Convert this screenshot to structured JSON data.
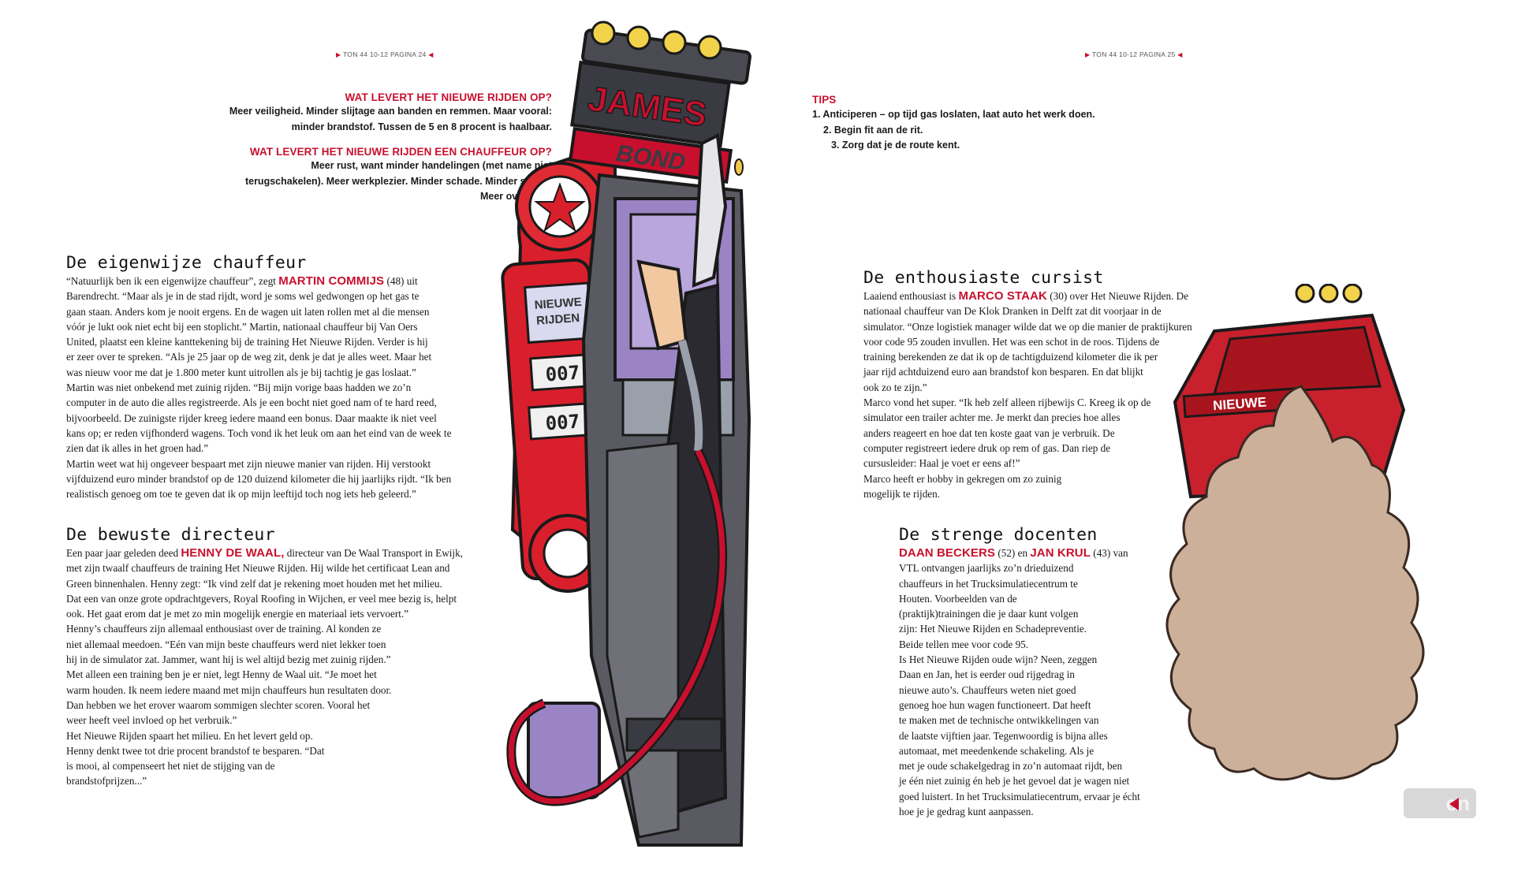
{
  "folio_left": {
    "magazine": "TON 44",
    "issue": "10-12",
    "page_label": "PAGINA",
    "page": "24"
  },
  "folio_right": {
    "magazine": "TON 44",
    "issue": "10-12",
    "page_label": "PAGINA",
    "page": "25"
  },
  "qa": {
    "q1": "WAT LEVERT HET NIEUWE RIJDEN OP?",
    "a1": [
      "Meer veiligheid. Minder slijtage aan banden en remmen. Maar vooral:",
      "minder brandstof. Tussen de 5 en 8 procent is haalbaar."
    ],
    "q2": "WAT LEVERT HET NIEUWE RIJDEN EEN CHAUFFEUR OP?",
    "a2": [
      "Meer rust, want minder handelingen (met name niet",
      "terugschakelen). Meer werkplezier. Minder schade. Minder stress.",
      "Meer overzicht."
    ]
  },
  "tips": {
    "heading": "TIPS",
    "items": [
      "1. Anticiperen – op tijd gas loslaten, laat auto het werk doen.",
      "2. Begin fit aan de rit.",
      "3. Zorg dat je de route kent."
    ]
  },
  "illustration": {
    "sign_line1": "JAMES",
    "sign_line2": "BOND",
    "pump_label1": "NIEUWE",
    "pump_label2": "RIJDEN",
    "counter1": "007",
    "counter2": "007",
    "truck_label": "NIEUWE"
  },
  "sections": {
    "eigenwijze": {
      "heading": "De eigenwijze chauffeur",
      "first_pre": "“Natuurlijk ben ik een eigenwijze chauffeur”, zegt ",
      "first_name": "MARTIN COMMIJS",
      "first_post": " (48) uit",
      "lines": [
        "Barendrecht. “Maar als je in de stad rijdt, word je soms wel gedwongen op het gas te",
        "gaan staan. Anders kom je nooit ergens. En de wagen uit laten rollen met al die mensen",
        "vóór je lukt ook niet echt bij een stoplicht.” Martin, nationaal chauffeur bij Van Oers",
        "United, plaatst een kleine kanttekening bij de training Het Nieuwe Rijden. Verder is hij",
        "er zeer over te spreken. “Als je 25 jaar op de weg zit, denk je dat je alles weet. Maar het",
        "was nieuw voor me dat je 1.800 meter kunt uitrollen als je bij tachtig je gas loslaat.”",
        "Martin was niet onbekend met zuinig rijden. “Bij mijn vorige baas hadden we zo’n",
        "computer in de auto die alles registreerde. Als je een bocht niet goed nam of te hard reed,",
        "bijvoorbeeld. De zuinigste rijder kreeg iedere maand een bonus. Daar maakte ik niet veel",
        "kans op; er reden vijfhonderd wagens. Toch vond ik het leuk om aan het eind van de week te",
        "zien dat ik alles in het groen had.”",
        "Martin weet wat hij ongeveer bespaart met zijn nieuwe manier van rijden. Hij verstookt",
        "vijfduizend euro minder brandstof op de 120 duizend kilometer die hij jaarlijks rijdt. “Ik ben",
        "realistisch genoeg om toe te geven dat ik op mijn leeftijd toch nog iets heb geleerd.”"
      ]
    },
    "bewuste": {
      "heading": "De bewuste directeur",
      "first_pre": "Een paar jaar geleden deed ",
      "first_name": "HENNY DE WAAL,",
      "first_post": " directeur van De Waal Transport in Ewijk,",
      "lines": [
        "met zijn twaalf chauffeurs de training Het Nieuwe Rijden. Hij wilde het certificaat Lean and",
        "Green binnenhalen. Henny zegt: “Ik vind zelf dat je rekening moet houden met het milieu.",
        "Dat een van onze grote opdrachtgevers, Royal Roofing in Wijchen, er veel mee bezig is, helpt",
        "ook. Het gaat erom dat je met zo min mogelijk energie en materiaal iets vervoert.”",
        "Henny’s chauffeurs zijn allemaal enthousiast over de training. Al konden ze",
        "niet allemaal meedoen. “Eén van mijn beste chauffeurs werd niet lekker toen",
        "hij in de simulator zat. Jammer, want hij is wel altijd bezig met zuinig rijden.”",
        "Met alleen een training ben je er niet, legt Henny de Waal uit. “Je moet het",
        "warm houden. Ik neem iedere maand met mijn chauffeurs hun resultaten door.",
        "Dan hebben we het erover waarom sommigen slechter scoren. Vooral het",
        "weer heeft veel invloed op het verbruik.”",
        "Het Nieuwe Rijden spaart het milieu. En het levert geld op.",
        "Henny denkt twee tot drie procent brandstof te besparen. “Dat",
        "is mooi, al compenseert het niet de stijging van de",
        "brandstofprijzen...”"
      ]
    },
    "enthousiaste": {
      "heading": "De enthousiaste cursist",
      "first_pre": "Laaiend enthousiast is ",
      "first_name": "MARCO STAAK",
      "first_post": " (30) over Het Nieuwe Rijden. De",
      "lines": [
        "nationaal chauffeur van De Klok Dranken in Delft zat dit voorjaar in de",
        "simulator. “Onze logistiek manager wilde dat we op die manier de praktijkuren",
        "voor code 95 zouden invullen. Het was een schot in de roos. Tijdens de",
        "training berekenden ze dat ik op de tachtigduizend kilometer die ik per",
        "jaar rijd achtduizend euro aan brandstof kon besparen. En dat blijkt",
        "ook zo te zijn.”",
        "Marco vond het super. “Ik heb zelf alleen rijbewijs C. Kreeg ik op de",
        "simulator een trailer achter me. Je merkt dan precies hoe alles",
        "anders reageert en hoe dat ten koste gaat van je verbruik. De",
        "computer registreert iedere druk op rem of gas. Dan riep de",
        "cursusleider: Haal je voet er eens af!”",
        "Marco heeft er hobby in gekregen om zo zuinig",
        "mogelijk te rijden."
      ]
    },
    "strenge": {
      "heading": "De strenge docenten",
      "first_name": "DAAN BECKERS",
      "first_mid": " (52) en ",
      "second_name": "JAN KRUL",
      "first_post": " (43) van",
      "lines": [
        "VTL ontvangen jaarlijks zo’n drieduizend",
        "chauffeurs in het Trucksimulatiecentrum te",
        "Houten. Voorbeelden van de",
        "(praktijk)trainingen die  je daar kunt volgen",
        "zijn: Het Nieuwe Rijden en Schadepreventie.",
        "Beide tellen mee voor code 95.",
        "Is Het Nieuwe Rijden oude wijn? Neen, zeggen",
        "Daan en Jan, het is eerder oud rijgedrag in",
        "nieuwe auto’s. Chauffeurs weten niet goed",
        "genoeg hoe hun wagen functioneert. Dat heeft",
        "te maken met de technische ontwikkelingen van",
        "de laatste vijftien jaar. Tegenwoordig is bijna alles",
        "automaat, met meedenkende schakeling. Als je",
        "met je oude schakelgedrag in zo’n automaat rijdt, ben",
        "je één niet zuinig én heb je het gevoel dat je wagen niet",
        "goed luistert. In het Trucksimulatiecentrum, ervaar je écht",
        "hoe je je gedrag kunt aanpassen."
      ]
    }
  },
  "logo": {
    "text": "en"
  },
  "colors": {
    "accent_red": "#c8102e",
    "pump_red": "#d91f2b",
    "purple": "#9b84c4",
    "dark_grey": "#4a4a52",
    "dust": "#cdb09a"
  }
}
